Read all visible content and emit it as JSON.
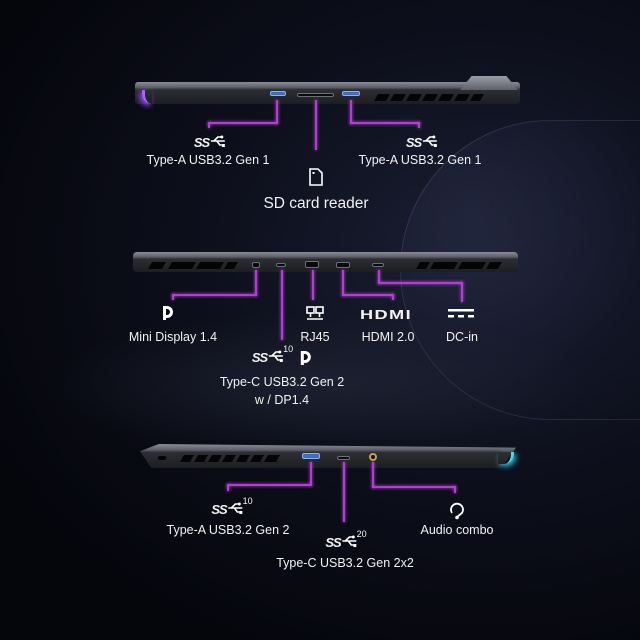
{
  "colors": {
    "accent": "#b63ad6",
    "background": "#05060c"
  },
  "left_side": {
    "ports": [
      {
        "icon": "superspeed-usb-icon",
        "label": "Type-A USB3.2 Gen 1"
      },
      {
        "icon": "sd-card-icon",
        "label": "SD card reader"
      },
      {
        "icon": "superspeed-usb-icon",
        "label": "Type-A USB3.2 Gen 1"
      }
    ]
  },
  "rear_side": {
    "ports": [
      {
        "icon": "displayport-icon",
        "label": "Mini Display 1.4"
      },
      {
        "icon": "superspeed-usb-10-displayport-icon",
        "badge": "10",
        "label": "Type-C USB3.2 Gen 2",
        "label2": "w / DP1.4"
      },
      {
        "icon": "ethernet-icon",
        "label": "RJ45"
      },
      {
        "icon": "hdmi-icon",
        "icon_text": "HDMI",
        "label": "HDMI 2.0"
      },
      {
        "icon": "dc-power-icon",
        "label": "DC-in"
      }
    ]
  },
  "right_side": {
    "ports": [
      {
        "icon": "superspeed-usb-10-icon",
        "badge": "10",
        "label": "Type-A USB3.2 Gen 2"
      },
      {
        "icon": "superspeed-usb-20-icon",
        "badge": "20",
        "label": "Type-C USB3.2 Gen 2x2"
      },
      {
        "icon": "headset-icon",
        "label": "Audio combo"
      }
    ]
  },
  "ss_text": "SS"
}
